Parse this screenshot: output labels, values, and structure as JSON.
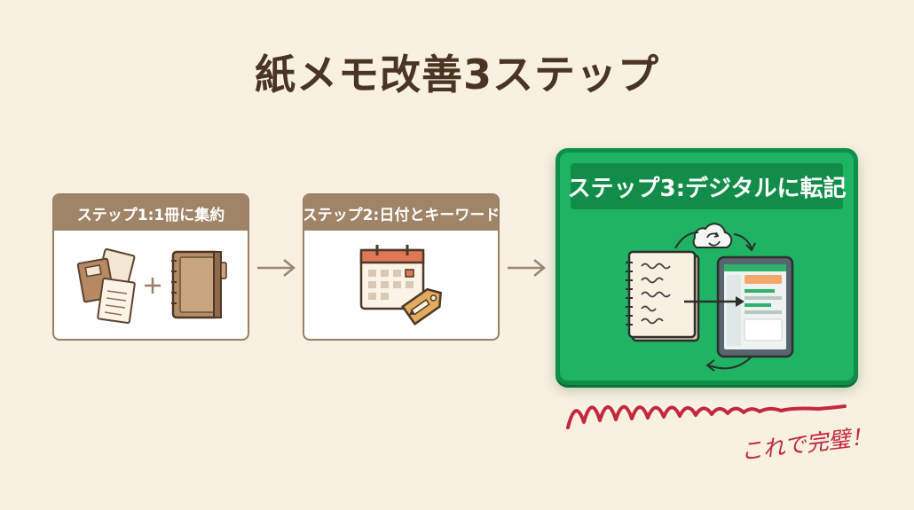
{
  "title": "紙メモ改善3ステップ",
  "steps": [
    {
      "label": "ステップ1:1冊に集約",
      "icons": [
        "loose-notes-icon",
        "plus-icon",
        "bound-notebook-icon"
      ]
    },
    {
      "label": "ステップ2:日付とキーワード",
      "icons": [
        "calendar-icon",
        "tag-pencil-icon"
      ]
    },
    {
      "label": "ステップ3:デジタルに転記",
      "icons": [
        "cloud-sync-icon",
        "notebook-icon",
        "tablet-icon"
      ]
    }
  ],
  "note": "これで完璧！",
  "colors": {
    "background": "#f8f0e1",
    "title": "#4a3424",
    "card_header": "#9f8468",
    "card_border": "#9a8066",
    "highlight_green": "#1fb463",
    "highlight_green_dark": "#118c49",
    "accent_red": "#c3283d"
  }
}
